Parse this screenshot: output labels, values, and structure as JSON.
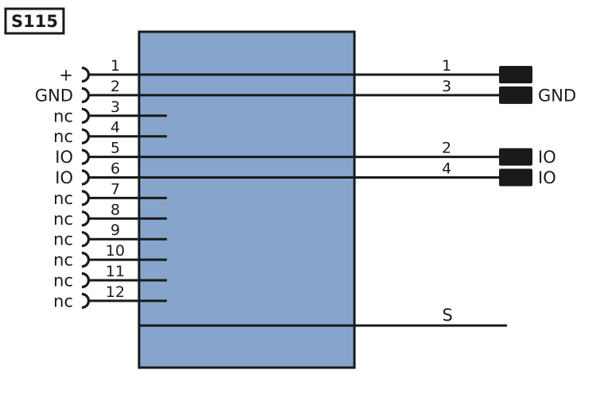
{
  "title": "S115",
  "colors": {
    "body": "#87a5cc",
    "line": "#1a1a1a",
    "background": "#ffffff"
  },
  "left_pins": [
    {
      "num": "1",
      "label": "+",
      "type": "through"
    },
    {
      "num": "2",
      "label": "GND",
      "type": "through"
    },
    {
      "num": "3",
      "label": "nc",
      "type": "stub"
    },
    {
      "num": "4",
      "label": "nc",
      "type": "stub"
    },
    {
      "num": "5",
      "label": "IO",
      "type": "through"
    },
    {
      "num": "6",
      "label": "IO",
      "type": "through"
    },
    {
      "num": "7",
      "label": "nc",
      "type": "stub"
    },
    {
      "num": "8",
      "label": "nc",
      "type": "stub"
    },
    {
      "num": "9",
      "label": "nc",
      "type": "stub"
    },
    {
      "num": "10",
      "label": "nc",
      "type": "stub"
    },
    {
      "num": "11",
      "label": "nc",
      "type": "stub"
    },
    {
      "num": "12",
      "label": "nc",
      "type": "stub"
    }
  ],
  "right_pins": [
    {
      "num": "1",
      "label": ""
    },
    {
      "num": "3",
      "label": "GND"
    },
    {
      "num": "2",
      "label": "IO"
    },
    {
      "num": "4",
      "label": "IO"
    }
  ],
  "shield": {
    "label": "S"
  }
}
